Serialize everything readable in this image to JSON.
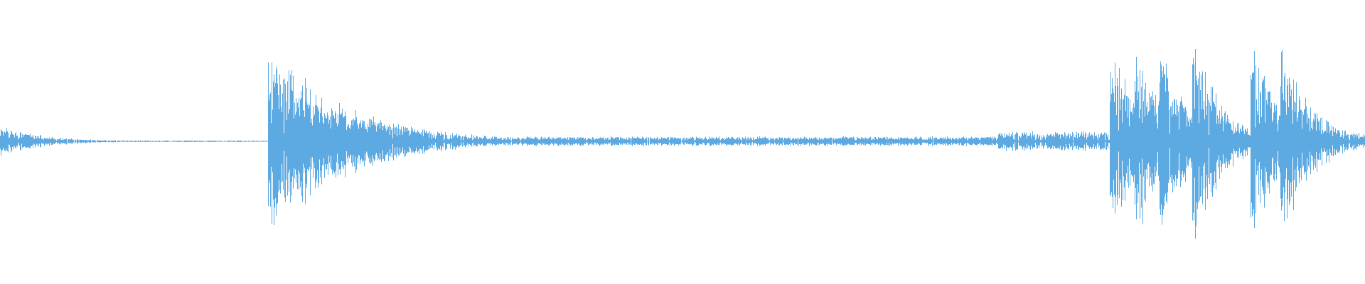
{
  "colors": {
    "waveform": "#5DA9E1",
    "background": "#FFFFFF"
  },
  "waveform": {
    "description_hidden": "",
    "segments": [
      {
        "start": 0.0,
        "end": 0.18,
        "peak": 0.1,
        "decay": 6.0,
        "density": 0.95
      },
      {
        "start": 0.196,
        "end": 0.73,
        "peak": 0.62,
        "decay": 9.5,
        "density": 0.98,
        "floor": 0.03
      },
      {
        "start": 0.73,
        "end": 0.812,
        "peak": 0.06,
        "decay": 0.0,
        "density": 0.9
      },
      {
        "start": 0.812,
        "end": 1.0,
        "peak": 0.6,
        "decay": 0.0,
        "density": 0.99,
        "bursts": [
          0.815,
          0.833,
          0.85,
          0.875,
          0.918,
          0.94
        ]
      }
    ]
  }
}
